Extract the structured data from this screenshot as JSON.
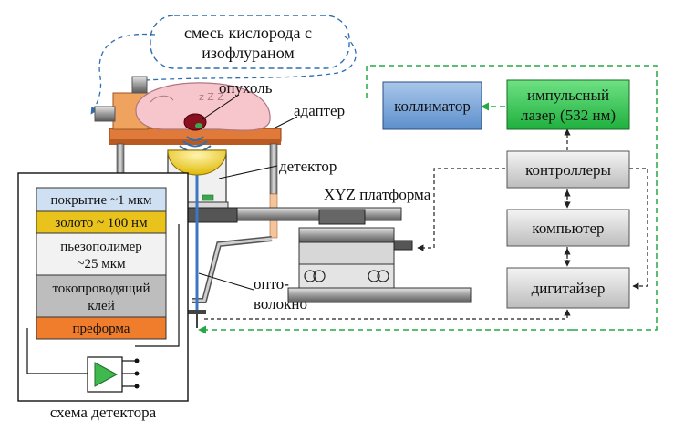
{
  "gas_mixture": {
    "line1": "смесь кислорода с",
    "line2": "изофлураном"
  },
  "labels": {
    "tumor": "опухоль",
    "adapter": "адаптер",
    "detector": "детектор",
    "xyz_platform": "XYZ платформа",
    "fiber_line1": "опто-",
    "fiber_line2": "волокно",
    "detector_scheme": "схема детектора"
  },
  "blocks": {
    "collimator": "коллиматор",
    "laser_line1": "импульсный",
    "laser_line2": "лазер (532 нм)",
    "controllers": "контроллеры",
    "computer": "компьютер",
    "digitizer": "дигитайзер"
  },
  "layers": [
    {
      "line1": "покрытие ~1 мкм",
      "line2": "",
      "color": "#cfe0f3"
    },
    {
      "line1": "золото ~ 100 нм",
      "line2": "",
      "color": "#e9c21c"
    },
    {
      "line1": "пьезополимер",
      "line2": "~25 мкм",
      "color": "#f2f2f2"
    },
    {
      "line1": "токопроводящий",
      "line2": "клей",
      "color": "#bdbdbd"
    },
    {
      "line1": "преформа",
      "line2": "",
      "color": "#f07d2c"
    }
  ],
  "colors": {
    "collimator_fill": "#7fa9dc",
    "laser_fill": "#3fcf5c",
    "green_dashed": "#27a844",
    "blue_dashed": "#2f6fb0",
    "adapter": "#e07a3a",
    "fiber": "#3a78c2"
  }
}
